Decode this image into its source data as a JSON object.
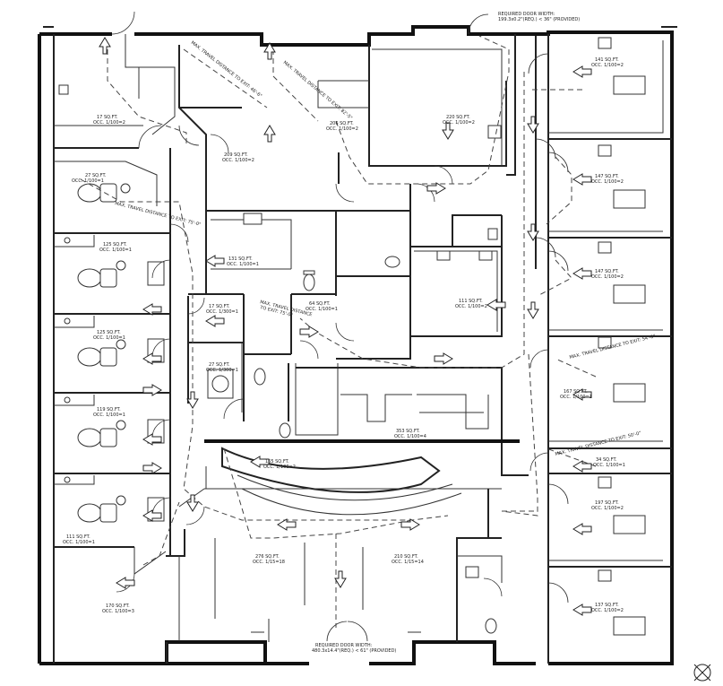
{
  "rooms": [
    {
      "id": "r01",
      "area": "17 SQ.FT.",
      "occ": "OCC. 1/100=2"
    },
    {
      "id": "r02",
      "area": "27 SQ.FT.",
      "occ": "OCC. 1/100=1"
    },
    {
      "id": "r03",
      "area": "125 SQ.FT.",
      "occ": "OCC. 1/100=1"
    },
    {
      "id": "r04",
      "area": "125 SQ.FT.",
      "occ": "OCC. 1/100=1"
    },
    {
      "id": "r05",
      "area": "119 SQ.FT.",
      "occ": "OCC. 1/100=1"
    },
    {
      "id": "r06",
      "area": "111 SQ.FT.",
      "occ": "OCC. 1/100=1"
    },
    {
      "id": "r07",
      "area": "170 SQ.FT.",
      "occ": "OCC. 1/100=3"
    },
    {
      "id": "r08",
      "area": "209 SQ.FT.",
      "occ": "OCC. 1/100=2"
    },
    {
      "id": "r09",
      "area": "206 SQ.FT.",
      "occ": "OCC. 1/100=2"
    },
    {
      "id": "r10",
      "area": "220 SQ.FT.",
      "occ": "OCC. 1/100=2"
    },
    {
      "id": "r11",
      "area": "131 SQ.FT.",
      "occ": "OCC. 1/100=1"
    },
    {
      "id": "r12",
      "area": "17 SQ.FT.",
      "occ": "OCC. 1/300=1"
    },
    {
      "id": "r13",
      "area": "64 SQ.FT.",
      "occ": "OCC. 1/100=1"
    },
    {
      "id": "r14",
      "area": "111 SQ.FT.",
      "occ": "OCC. 1/100=2"
    },
    {
      "id": "r15",
      "area": "27 SQ.FT.",
      "occ": "OCC. 1/300=1"
    },
    {
      "id": "r16",
      "area": "165 SQ.FT.",
      "occ": "OCC. 1/100=2"
    },
    {
      "id": "r17",
      "area": "353 SQ.FT.",
      "occ": "OCC. 1/100=4"
    },
    {
      "id": "r18",
      "area": "276 SQ.FT.",
      "occ": "OCC. 1/15=18"
    },
    {
      "id": "r19",
      "area": "210 SQ.FT.",
      "occ": "OCC. 1/15=14"
    },
    {
      "id": "r20",
      "area": "141 SQ.FT.",
      "occ": "OCC. 1/100=2"
    },
    {
      "id": "r21",
      "area": "147 SQ.FT.",
      "occ": "OCC. 1/100=2"
    },
    {
      "id": "r22",
      "area": "147 SQ.FT.",
      "occ": "OCC. 1/100=2"
    },
    {
      "id": "r23",
      "area": "167 SQ.FT.",
      "occ": "OCC. 1/100=1"
    },
    {
      "id": "r24",
      "area": "34 SQ.FT.",
      "occ": "OCC. 1/100=1"
    },
    {
      "id": "r25",
      "area": "197 SQ.FT.",
      "occ": "OCC. 1/100=2"
    },
    {
      "id": "r26",
      "area": "137 SQ.FT.",
      "occ": "OCC. 1/100=2"
    }
  ],
  "travel_notes": [
    {
      "id": "t1",
      "text": "MAX. TRAVEL DISTANCE TO EXIT: 46'-6\""
    },
    {
      "id": "t2",
      "text": "MAX. TRAVEL DISTANCE TO EXIT: 82'-5\""
    },
    {
      "id": "t3",
      "text": "MAX. TRAVEL DISTANCE TO EXIT: 75'-0\""
    },
    {
      "id": "t4",
      "text": "MAX. TRAVEL DISTANCE"
    },
    {
      "id": "t5",
      "text": "TO EXIT: 75'-0\""
    },
    {
      "id": "t6",
      "text": "MAX. TRAVEL DISTANCE TO EXIT: 54'-0\""
    },
    {
      "id": "t7",
      "text": "MAX. TRAVEL DISTANCE TO EXIT: 50'-0\""
    }
  ],
  "door_notes": {
    "top_line1": "REQUIRED DOOR WIDTH:",
    "top_line2": "199.3x0.2\"(REQ.) < 36\" (PROVIDED)",
    "bottom_line1": "REQUIRED DOOR WIDTH:",
    "bottom_line2": "480.3x14.4\"(REQ.) < 61\" (PROVIDED)"
  },
  "north_arrow_icon": "north-arrow-icon"
}
